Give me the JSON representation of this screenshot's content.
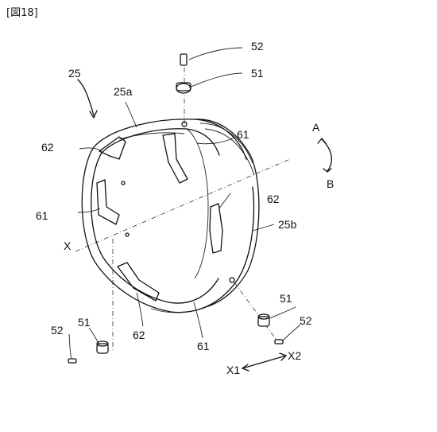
{
  "figure_label": "[図18]",
  "labels": {
    "ring": "25",
    "inner_face": "25a",
    "outer_face": "25b",
    "screw": "52",
    "nut": "51",
    "slot_a": "61",
    "slot_b": "62",
    "dir_a": "A",
    "dir_b": "B",
    "axis": "X",
    "axis_x1": "X1",
    "axis_x2": "X2"
  }
}
